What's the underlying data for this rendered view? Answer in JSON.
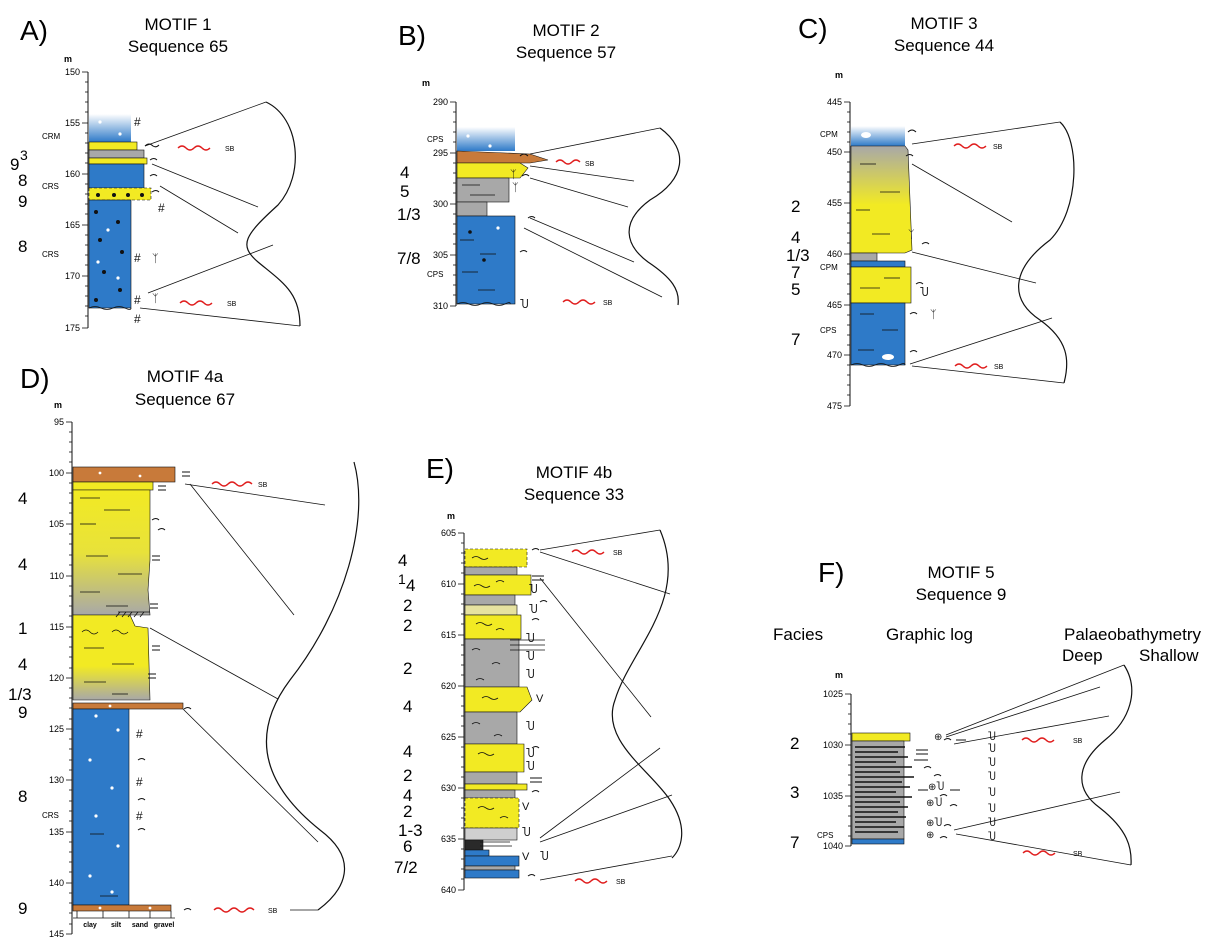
{
  "panels": [
    {
      "id": "A",
      "letter": "A)",
      "title1": "MOTIF 1",
      "title2": "Sequence 65",
      "unit": "m",
      "ticks": [
        "150",
        "155",
        "160",
        "165",
        "170",
        "175"
      ],
      "facies": [
        "9",
        "3",
        "8",
        "9",
        "8"
      ],
      "codes": [
        "CRM",
        "CRS",
        "CRS"
      ],
      "sb": [
        "SB",
        "SB"
      ]
    },
    {
      "id": "B",
      "letter": "B)",
      "title1": "MOTIF 2",
      "title2": "Sequence 57",
      "unit": "m",
      "ticks": [
        "290",
        "295",
        "300",
        "305",
        "310"
      ],
      "facies": [
        "4",
        "5",
        "1/3",
        "7/8"
      ],
      "codes": [
        "CPS",
        "CPS"
      ],
      "sb": [
        "SB",
        "SB"
      ]
    },
    {
      "id": "C",
      "letter": "C)",
      "title1": "MOTIF 3",
      "title2": "Sequence 44",
      "unit": "m",
      "ticks": [
        "445",
        "450",
        "455",
        "460",
        "465",
        "470",
        "475"
      ],
      "facies": [
        "2",
        "4",
        "1/3",
        "7",
        "5",
        "7"
      ],
      "codes": [
        "CPM",
        "CPM",
        "CPS"
      ],
      "sb": [
        "SB",
        "SB"
      ]
    },
    {
      "id": "D",
      "letter": "D)",
      "title1": "MOTIF 4a",
      "title2": "Sequence 67",
      "unit": "m",
      "ticks": [
        "95",
        "100",
        "105",
        "110",
        "115",
        "120",
        "125",
        "130",
        "135",
        "140",
        "145"
      ],
      "facies": [
        "4",
        "4",
        "1",
        "4",
        "1/3",
        "9",
        "8",
        "9"
      ],
      "codes": [
        "CRS"
      ],
      "sb": [
        "SB",
        "SB"
      ],
      "grain": [
        "clay",
        "silt",
        "sand",
        "gravel"
      ]
    },
    {
      "id": "E",
      "letter": "E)",
      "title1": "MOTIF 4b",
      "title2": "Sequence 33",
      "unit": "m",
      "ticks": [
        "605",
        "610",
        "615",
        "620",
        "625",
        "630",
        "635",
        "640"
      ],
      "facies": [
        "4",
        "1",
        "4",
        "2",
        "2",
        "2",
        "4",
        "4",
        "2",
        "4",
        "2",
        "1-3",
        "6",
        "7/2"
      ],
      "sb": [
        "SB",
        "SB"
      ]
    },
    {
      "id": "F",
      "letter": "F)",
      "title1": "MOTIF 5",
      "title2": "Sequence 9",
      "unit": "m",
      "ticks": [
        "1025",
        "1030",
        "1035",
        "1040"
      ],
      "facies": [
        "2",
        "3",
        "7"
      ],
      "codes": [
        "CPS"
      ],
      "sb": [
        "SB",
        "SB"
      ],
      "headers": {
        "facies": "Facies",
        "graphic_log": "Graphic log",
        "palaeo": "Palaeobathymetry",
        "deep": "Deep",
        "shallow": "Shallow"
      }
    }
  ],
  "colors": {
    "blue": "#2e7ac8",
    "light_blue": "#b9d6ef",
    "yellow": "#f2ea23",
    "grey": "#a8a8a8",
    "orange": "#c87a3a",
    "sb_red": "#e01e1e",
    "black": "#111111"
  }
}
